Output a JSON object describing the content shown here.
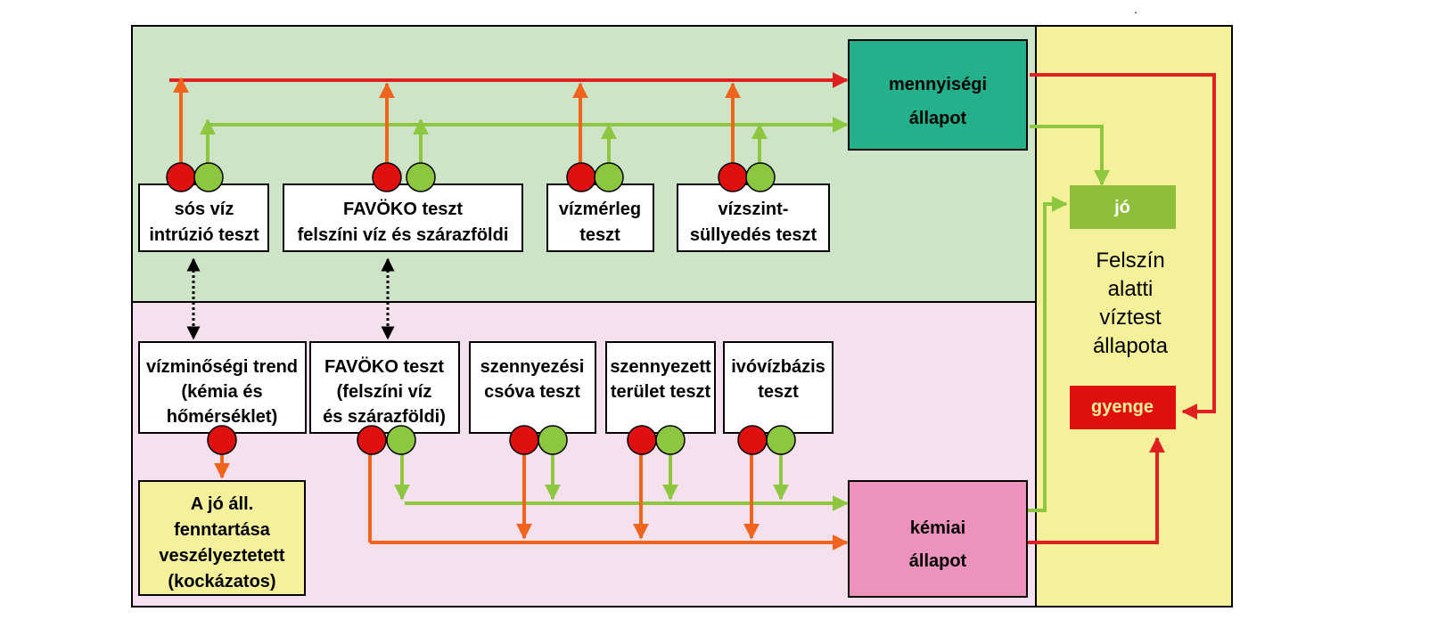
{
  "corner_mark": ".",
  "top_tests": [
    {
      "lines": [
        "sós víz",
        "intrúzió teszt"
      ]
    },
    {
      "lines": [
        "FAVÖKO teszt",
        "felszíni víz  és szárazföldi"
      ]
    },
    {
      "lines": [
        "vízmérleg",
        "teszt"
      ]
    },
    {
      "lines": [
        "vízszint-",
        "süllyedés teszt"
      ]
    }
  ],
  "bottom_tests": [
    {
      "lines": [
        "vízminőségi  trend",
        "(kémia és",
        "hőmérséklet)"
      ]
    },
    {
      "lines": [
        "FAVÖKO teszt",
        "(felszíni víz",
        "és szárazföldi)"
      ]
    },
    {
      "lines": [
        "szennyezési",
        "csóva teszt"
      ]
    },
    {
      "lines": [
        "szennyezett",
        "terület teszt"
      ]
    },
    {
      "lines": [
        "ivóvízbázis",
        "teszt"
      ]
    }
  ],
  "quantitative_state": {
    "lines": [
      "mennyiségi",
      "állapot"
    ]
  },
  "chemical_state": {
    "lines": [
      "kémiai",
      "állapot"
    ]
  },
  "risk_box": {
    "lines": [
      "A jó áll.",
      "fenntartása",
      "veszélyeztetett",
      "(kockázatos)"
    ]
  },
  "good_label": "jó",
  "poor_label": "gyenge",
  "side_title": {
    "lines": [
      "Felszín",
      "alatti",
      "víztest",
      "állapota"
    ]
  },
  "colors": {
    "green_panel": "#cde5c6",
    "pink_panel": "#f5e1ee",
    "yellow_panel": "#f5f09a",
    "teal_box": "#24b08a",
    "pink_box": "#ec92bd",
    "light_yellow_box": "#f5f09a",
    "good_green": "#8dbf3a",
    "poor_red": "#e01010",
    "orange_arrow": "#f0641e",
    "red_arrow": "#e02020",
    "green_arrow": "#8dc63f",
    "red_circle": "#e01010",
    "green_circle": "#8dc63f"
  }
}
